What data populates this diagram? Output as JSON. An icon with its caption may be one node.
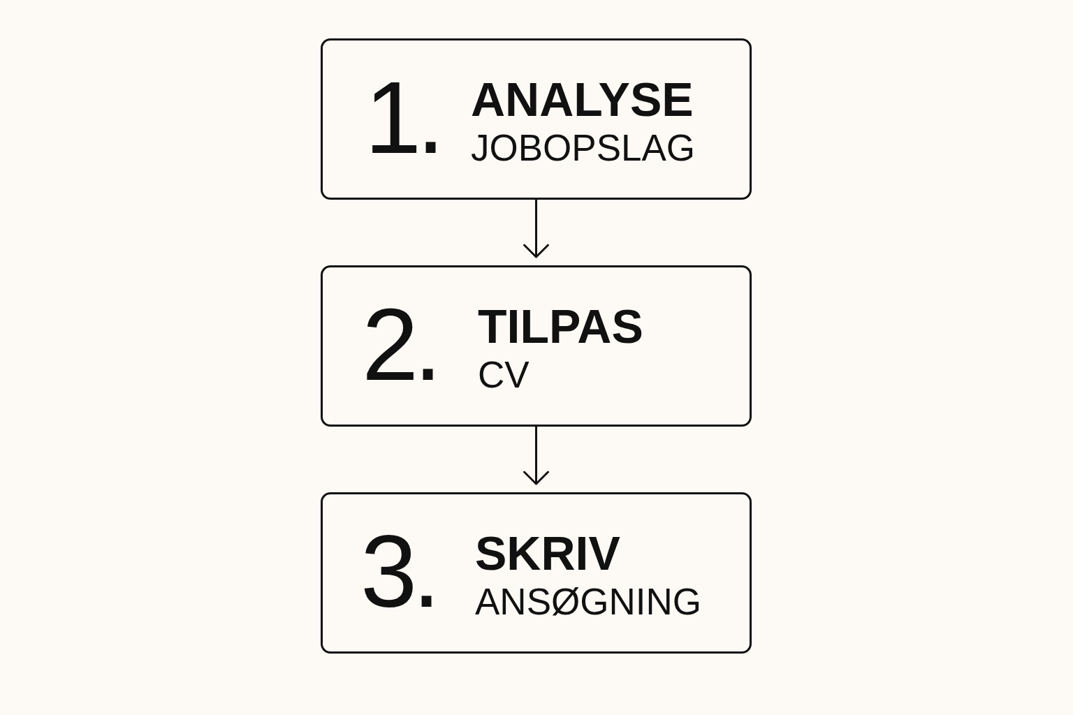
{
  "diagram": {
    "nodes": [
      {
        "text": [
          "1.",
          "ANALYSE",
          "JOBOPSLAG"
        ]
      },
      {
        "text": [
          "2.",
          "TILPAS",
          "CV"
        ]
      },
      {
        "text": [
          "3.",
          "SKRIV",
          "ANSØGNING"
        ]
      }
    ],
    "edges": [
      {
        "from": 0,
        "to": 1,
        "arrow": "to"
      },
      {
        "from": 1,
        "to": 2,
        "arrow": "to"
      }
    ]
  }
}
